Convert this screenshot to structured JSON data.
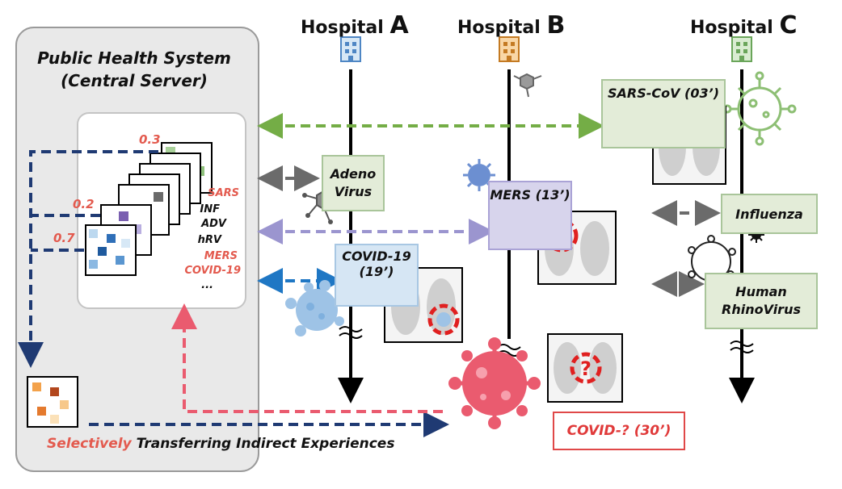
{
  "hospitals": {
    "a": {
      "prefix": "Hospital",
      "letter": "A"
    },
    "b": {
      "prefix": "Hospital",
      "letter": "B"
    },
    "c": {
      "prefix": "Hospital",
      "letter": "C"
    }
  },
  "central": {
    "line1": "Public Health System",
    "line2": "(Central Server)"
  },
  "weights": [
    "0.3",
    "0.2",
    "0.7"
  ],
  "diseases": [
    "SARS",
    "INF",
    "ADV",
    "hRV",
    "MERS",
    "COVID-19",
    "..."
  ],
  "boxes": {
    "sars": "SARS-CoV (03’)",
    "adeno_line1": "Adeno",
    "adeno_line2": "Virus",
    "mers": "MERS (13’)",
    "influenza": "Influenza",
    "covid19": "COVID-19 (19’)",
    "rhino_line1": "Human",
    "rhino_line2": "RhinoVirus",
    "covid_new": "COVID-? (30’)"
  },
  "caption": {
    "highlight": "Selectively",
    "word2": "Transferring",
    "word3": "Indirect Experiences"
  },
  "colors": {
    "green": "#74ad46",
    "purple": "#9b95cf",
    "blue": "#1f77c4",
    "navy": "#1f3a73",
    "pink": "#ea5b6f",
    "red": "#e35a4e",
    "gray": "#6b6b6b"
  }
}
